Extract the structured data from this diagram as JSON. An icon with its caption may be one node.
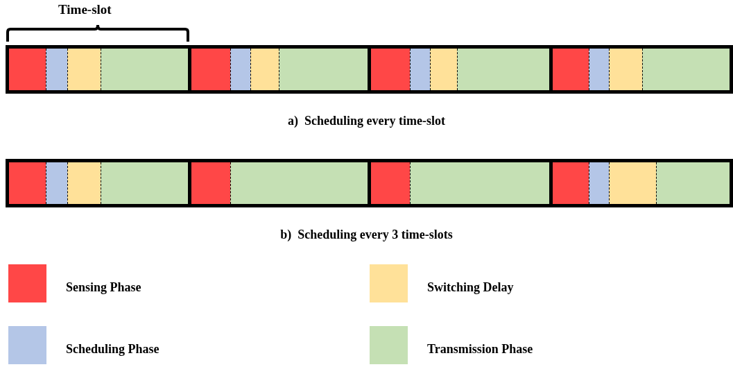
{
  "diagram": {
    "labels": [
      "Time-slot",
      "a)  Scheduling every time-slot",
      "b)  Scheduling every 3 time-slots"
    ],
    "legend": [
      {
        "text": "Sensing Phase",
        "color": "#ff4747"
      },
      {
        "text": "Switching Delay",
        "color": "#ffe199"
      },
      {
        "text": "Scheduling Phase",
        "color": "#b4c6e7"
      },
      {
        "text": "Transmission Phase",
        "color": "#c5e0b4"
      }
    ]
  }
}
